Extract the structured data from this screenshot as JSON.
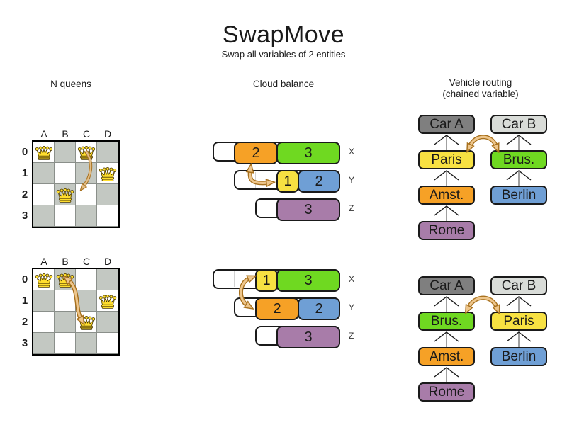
{
  "title": "SwapMove",
  "subtitle": "Swap all variables of 2 entities",
  "sections": {
    "nqueens": {
      "header": "N queens"
    },
    "cloud": {
      "header": "Cloud balance"
    },
    "vehicle": {
      "header_line1": "Vehicle routing",
      "header_line2": "(chained variable)"
    }
  },
  "palette": {
    "yellow": "#F7E142",
    "orange": "#F6A126",
    "green": "#6FD921",
    "blue": "#6F9FD5",
    "purple": "#A87CA9",
    "darkgray": "#7F7F7F",
    "lightgray": "#D9DCD8",
    "board_dark": "#C3C8C2",
    "queen_gold": "#FFDE2E",
    "arrow_fill": "#EEC68C",
    "arrow_outline": "#A8711E"
  },
  "boards": [
    {
      "column_labels": [
        "A",
        "B",
        "C",
        "D"
      ],
      "row_labels": [
        "0",
        "1",
        "2",
        "3"
      ],
      "queens": [
        {
          "col": 0,
          "row": 0
        },
        {
          "col": 2,
          "row": 0
        },
        {
          "col": 3,
          "row": 1
        },
        {
          "col": 1,
          "row": 2
        }
      ]
    },
    {
      "column_labels": [
        "A",
        "B",
        "C",
        "D"
      ],
      "row_labels": [
        "0",
        "1",
        "2",
        "3"
      ],
      "queens": [
        {
          "col": 0,
          "row": 0
        },
        {
          "col": 1,
          "row": 0
        },
        {
          "col": 3,
          "row": 1
        },
        {
          "col": 2,
          "row": 2
        }
      ]
    }
  ],
  "cloud_groups": [
    {
      "rows": [
        {
          "label": "X",
          "capacity": 6,
          "blocks": [
            {
              "value": "2",
              "color": "orange"
            },
            {
              "value": "3",
              "color": "green"
            }
          ]
        },
        {
          "label": "Y",
          "capacity": 5,
          "blocks": [
            {
              "value": "1",
              "color": "yellow"
            },
            {
              "value": "2",
              "color": "blue"
            }
          ]
        },
        {
          "label": "Z",
          "capacity": 4,
          "blocks": [
            {
              "value": "3",
              "color": "purple"
            }
          ]
        }
      ]
    },
    {
      "rows": [
        {
          "label": "X",
          "capacity": 6,
          "blocks": [
            {
              "value": "1",
              "color": "yellow"
            },
            {
              "value": "3",
              "color": "green"
            }
          ]
        },
        {
          "label": "Y",
          "capacity": 5,
          "blocks": [
            {
              "value": "2",
              "color": "orange"
            },
            {
              "value": "2",
              "color": "blue"
            }
          ]
        },
        {
          "label": "Z",
          "capacity": 4,
          "blocks": [
            {
              "value": "3",
              "color": "purple"
            }
          ]
        }
      ]
    }
  ],
  "vehicle_groups": [
    {
      "chains": [
        {
          "boxes": [
            {
              "label": "Car A",
              "color": "darkgray"
            },
            {
              "label": "Paris",
              "color": "yellow"
            },
            {
              "label": "Amst.",
              "color": "orange"
            },
            {
              "label": "Rome",
              "color": "purple"
            }
          ]
        },
        {
          "boxes": [
            {
              "label": "Car B",
              "color": "lightgray"
            },
            {
              "label": "Brus.",
              "color": "green"
            },
            {
              "label": "Berlin",
              "color": "blue"
            }
          ]
        }
      ]
    },
    {
      "chains": [
        {
          "boxes": [
            {
              "label": "Car A",
              "color": "darkgray"
            },
            {
              "label": "Brus.",
              "color": "green"
            },
            {
              "label": "Amst.",
              "color": "orange"
            },
            {
              "label": "Rome",
              "color": "purple"
            }
          ]
        },
        {
          "boxes": [
            {
              "label": "Car B",
              "color": "lightgray"
            },
            {
              "label": "Paris",
              "color": "yellow"
            },
            {
              "label": "Berlin",
              "color": "blue"
            }
          ]
        }
      ]
    }
  ]
}
